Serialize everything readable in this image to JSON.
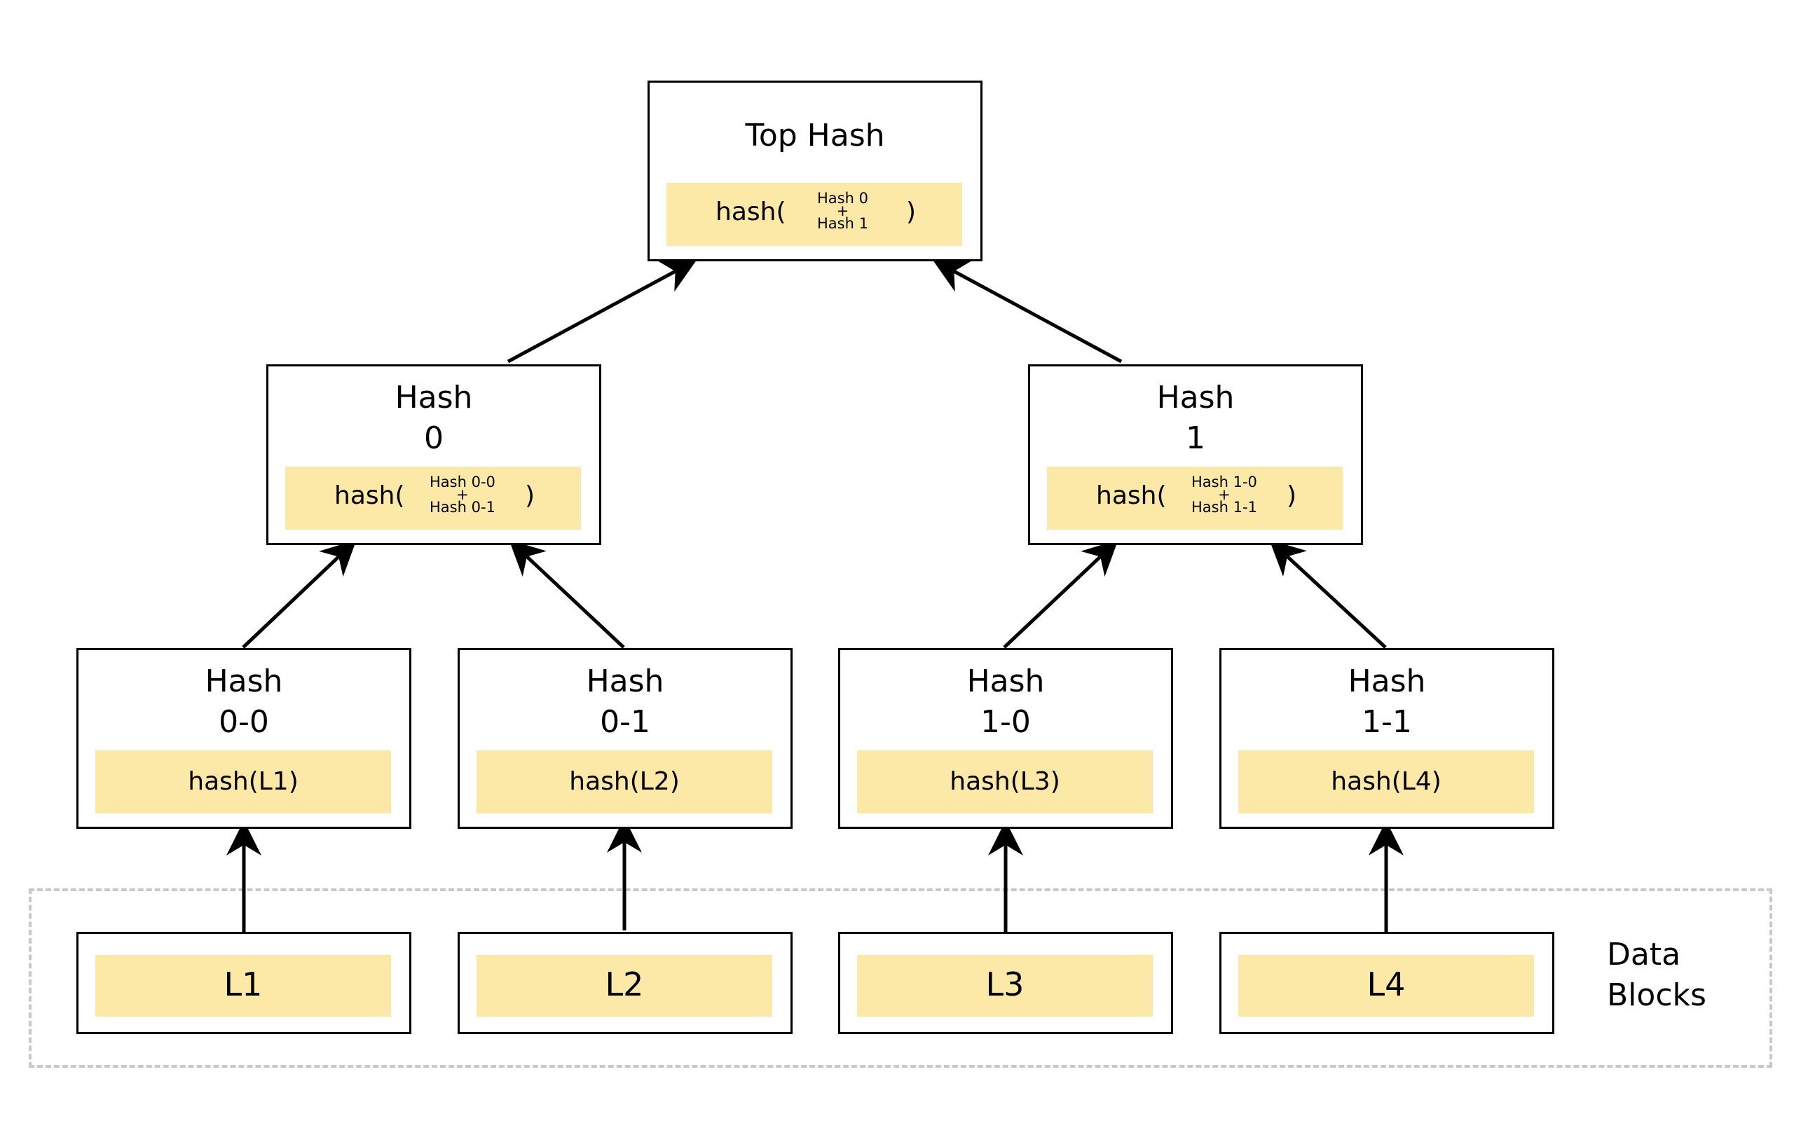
{
  "top": {
    "title": "Top Hash",
    "fn": "hash(",
    "a": "Hash 0",
    "op": "+",
    "b": "Hash 1",
    "close": ")"
  },
  "h0": {
    "title1": "Hash",
    "title2": "0",
    "fn": "hash(",
    "a": "Hash 0-0",
    "op": "+",
    "b": "Hash 0-1",
    "close": ")"
  },
  "h1": {
    "title1": "Hash",
    "title2": "1",
    "fn": "hash(",
    "a": "Hash 1-0",
    "op": "+",
    "b": "Hash 1-1",
    "close": ")"
  },
  "h00": {
    "title1": "Hash",
    "title2": "0-0",
    "fn": "hash(L1)"
  },
  "h01": {
    "title1": "Hash",
    "title2": "0-1",
    "fn": "hash(L2)"
  },
  "h10": {
    "title1": "Hash",
    "title2": "1-0",
    "fn": "hash(L3)"
  },
  "h11": {
    "title1": "Hash",
    "title2": "1-1",
    "fn": "hash(L4)"
  },
  "leaves": [
    "L1",
    "L2",
    "L3",
    "L4"
  ],
  "data_blocks": {
    "line1": "Data",
    "line2": "Blocks"
  },
  "colors": {
    "band": "#fde9a7",
    "border": "#000000",
    "dashed": "#c8c8c8"
  }
}
